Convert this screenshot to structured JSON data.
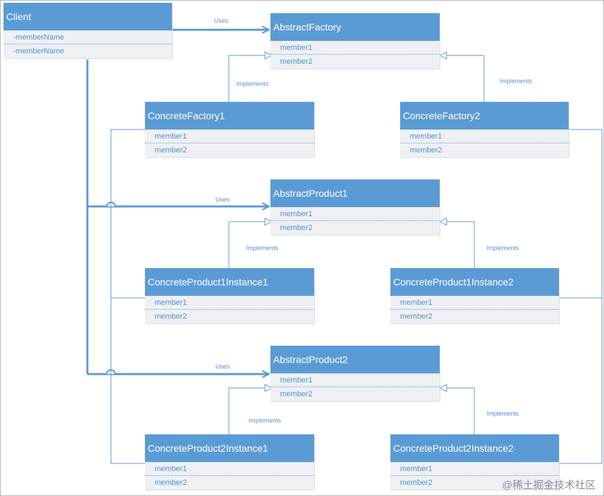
{
  "classes": {
    "client": {
      "name": "Client",
      "members": [
        "-memberName",
        "-memberName"
      ]
    },
    "abstract_factory": {
      "name": "AbstractFactory",
      "members": [
        "member1",
        "member2"
      ]
    },
    "concrete_factory1": {
      "name": "ConcreteFactory1",
      "members": [
        "member1",
        "member2"
      ]
    },
    "concrete_factory2": {
      "name": "ConcreteFactory2",
      "members": [
        "member1",
        "member2"
      ]
    },
    "abstract_product1": {
      "name": "AbstractProduct1",
      "members": [
        "member1",
        "member2"
      ]
    },
    "concrete_product1_instance1": {
      "name": "ConcreteProduct1Instance1",
      "members": [
        "member1",
        "member2"
      ]
    },
    "concrete_product1_instance2": {
      "name": "ConcreteProduct1Instance2",
      "members": [
        "member1",
        "member2"
      ]
    },
    "abstract_product2": {
      "name": "AbstractProduct2",
      "members": [
        "member1",
        "member2"
      ]
    },
    "concrete_product2_instance1": {
      "name": "ConcreteProduct2Instance1",
      "members": [
        "member1",
        "member2"
      ]
    },
    "concrete_product2_instance2": {
      "name": "ConcreteProduct2Instance2",
      "members": [
        "member1",
        "member2"
      ]
    }
  },
  "relations": {
    "uses": "Uses",
    "implements": "Implements"
  },
  "watermark": "@稀土掘金技术社区",
  "colors": {
    "header": "#5b9bd5",
    "body": "#eef0f3",
    "member_text": "#5b8fc7",
    "connector": "#5b9bd5"
  }
}
